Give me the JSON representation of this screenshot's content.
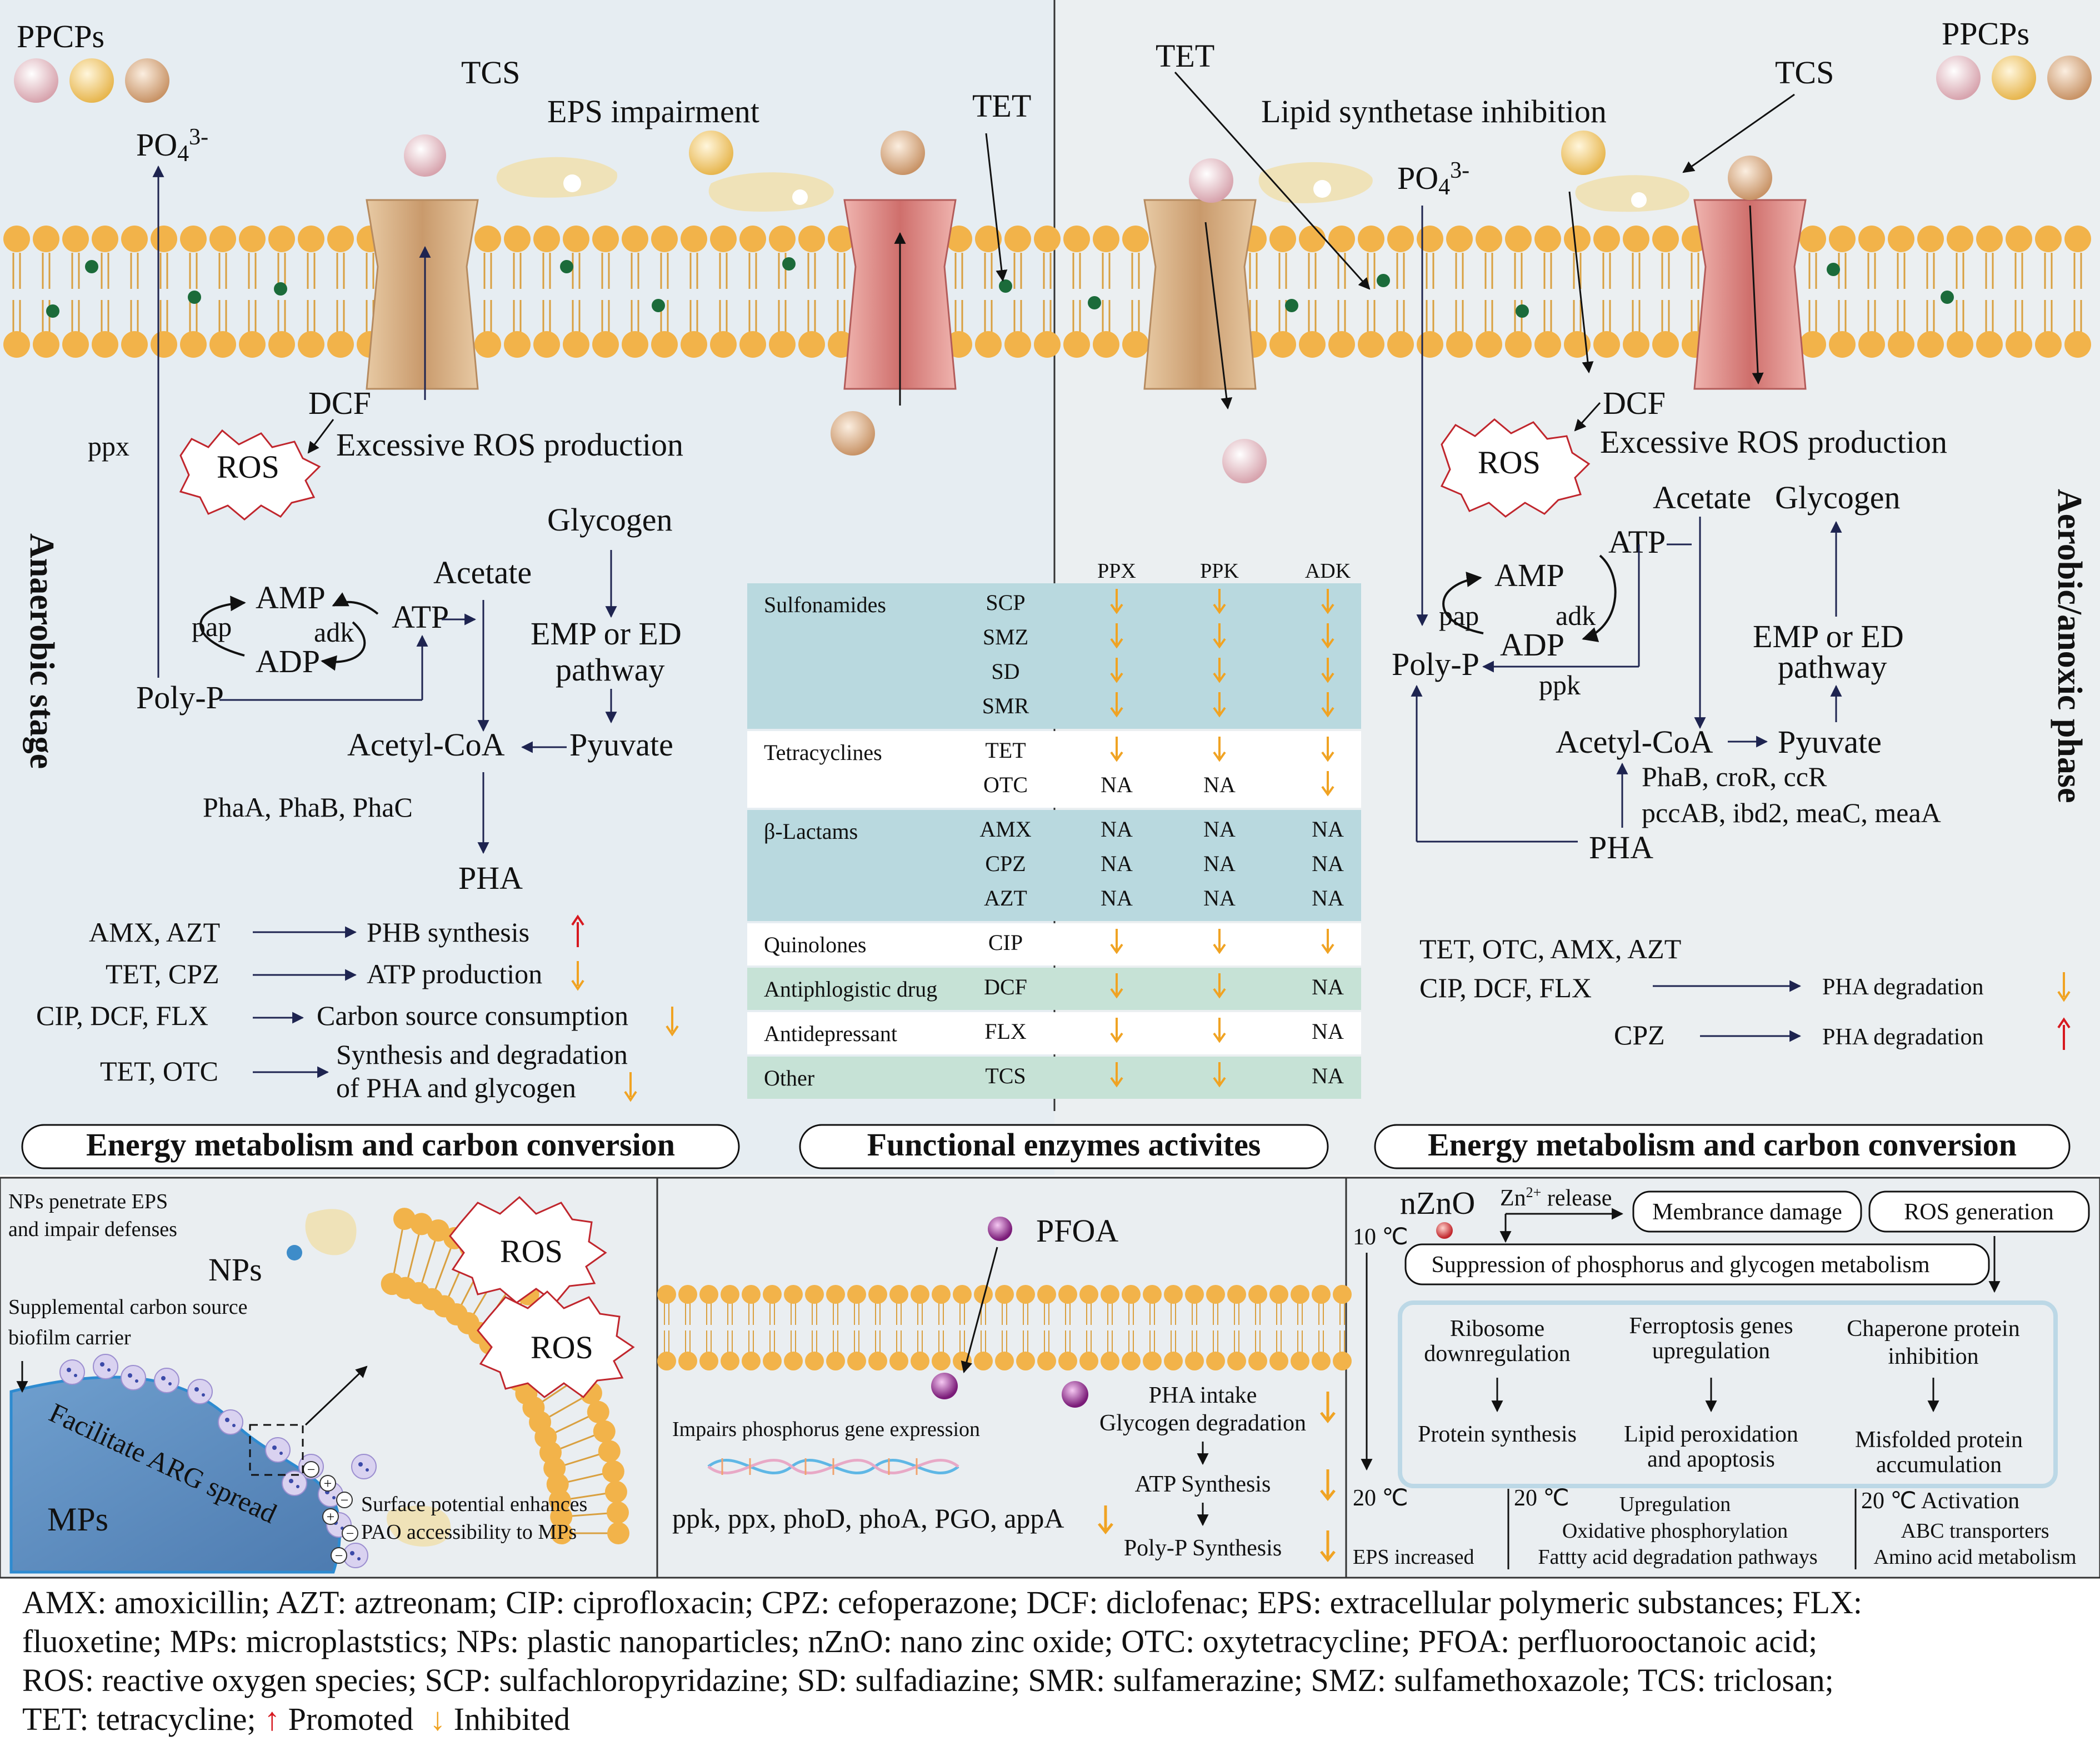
{
  "top_left": {
    "ppcps": "PPCPs",
    "po4": "PO",
    "po4_sub": "4",
    "po4_sup": "3-",
    "tcs": "TCS",
    "eps_impairment": "EPS impairment",
    "tet": "TET",
    "ppx": "ppx",
    "dcf": "DCF",
    "ros": "ROS",
    "excessive_ros": "Excessive ROS production",
    "glycogen": "Glycogen",
    "acetate": "Acetate",
    "amp": "AMP",
    "atp": "ATP",
    "adk": "adk",
    "pap": "pap",
    "adp": "ADP",
    "emp_line1": "EMP or ED",
    "emp_line2": "pathway",
    "polyp": "Poly-P",
    "acetylcoa": "Acetyl-CoA",
    "pyuvate": "Pyuvate",
    "pha_enzymes": "PhaA, PhaB, PhaC",
    "pha": "PHA",
    "stage_label": "Anaerobic stage",
    "effects": [
      {
        "drugs": "AMX, AZT",
        "target": "PHB synthesis",
        "arrow": "up"
      },
      {
        "drugs": "TET, CPZ",
        "target": "ATP production",
        "arrow": "down"
      },
      {
        "drugs": "CIP, DCF, FLX",
        "target": "Carbon source consumption",
        "arrow": "down"
      },
      {
        "drugs": "TET, OTC",
        "target_line1": "Synthesis and degradation",
        "target_line2": "of PHA and glycogen",
        "arrow": "down"
      }
    ],
    "footer": "Energy metabolism and carbon conversion"
  },
  "top_right": {
    "ppcps": "PPCPs",
    "tet": "TET",
    "lipid_inhibition": "Lipid synthetase inhibition",
    "tcs": "TCS",
    "po4": "PO",
    "po4_sub": "4",
    "po4_sup": "3-",
    "dcf": "DCF",
    "ros": "ROS",
    "excessive_ros": "Excessive ROS production",
    "acetate": "Acetate",
    "glycogen": "Glycogen",
    "atp": "ATP",
    "amp": "AMP",
    "pap": "pap",
    "adk": "adk",
    "adp": "ADP",
    "emp_line1": "EMP or ED",
    "emp_line2": "pathway",
    "polyp": "Poly-P",
    "ppk": "ppk",
    "acetylcoa": "Acetyl-CoA",
    "pyuvate": "Pyuvate",
    "enzymes_line1": "PhaB, croR, ccR",
    "enzymes_line2": "pccAB, ibd2, meaC, meaA",
    "pha": "PHA",
    "phase_label": "Aerobic/anoxic phase",
    "effects": [
      {
        "drugs_line1": "TET, OTC, AMX, AZT",
        "drugs_line2": "CIP, DCF, FLX",
        "target": "PHA degradation",
        "arrow": "down"
      },
      {
        "drugs": "CPZ",
        "target": "PHA degradation",
        "arrow": "up"
      }
    ],
    "footer": "Energy metabolism and carbon conversion"
  },
  "enzyme_table": {
    "columns": [
      "PPX",
      "PPK",
      "ADK"
    ],
    "groups": [
      {
        "name": "Sulfonamides",
        "rows": [
          {
            "drug": "SCP",
            "values": [
              "down",
              "down",
              "down"
            ]
          },
          {
            "drug": "SMZ",
            "values": [
              "down",
              "down",
              "down"
            ]
          },
          {
            "drug": "SD",
            "values": [
              "down",
              "down",
              "down"
            ]
          },
          {
            "drug": "SMR",
            "values": [
              "down",
              "down",
              "down"
            ]
          }
        ]
      },
      {
        "name": "Tetracyclines",
        "rows": [
          {
            "drug": "TET",
            "values": [
              "down",
              "down",
              "down"
            ]
          },
          {
            "drug": "OTC",
            "values": [
              "NA",
              "NA",
              "down"
            ]
          }
        ]
      },
      {
        "name": "β-Lactams",
        "rows": [
          {
            "drug": "AMX",
            "values": [
              "NA",
              "NA",
              "NA"
            ]
          },
          {
            "drug": "CPZ",
            "values": [
              "NA",
              "NA",
              "NA"
            ]
          },
          {
            "drug": "AZT",
            "values": [
              "NA",
              "NA",
              "NA"
            ]
          }
        ]
      },
      {
        "name": "Quinolones",
        "rows": [
          {
            "drug": "CIP",
            "values": [
              "down",
              "down",
              "down"
            ]
          }
        ]
      },
      {
        "name": "Antiphlogistic drug",
        "rows": [
          {
            "drug": "DCF",
            "values": [
              "down",
              "down",
              "NA"
            ]
          }
        ]
      },
      {
        "name": "Antidepressant",
        "rows": [
          {
            "drug": "FLX",
            "values": [
              "down",
              "down",
              "NA"
            ]
          }
        ]
      },
      {
        "name": "Other",
        "rows": [
          {
            "drug": "TCS",
            "values": [
              "down",
              "down",
              "NA"
            ]
          }
        ]
      }
    ],
    "footer": "Functional enzymes activites"
  },
  "bottom_left": {
    "eps_note_line1": "NPs penetrate EPS",
    "eps_note_line2": "and impair defenses",
    "nps": "NPs",
    "ros1": "ROS",
    "ros2": "ROS",
    "carbon_note_line1": "Supplemental carbon source",
    "carbon_note_line2": "biofilm carrier",
    "arg": "Facilitate ARG spread",
    "mps": "MPs",
    "surface_line1": "Surface potential enhances",
    "surface_line2": "PAO accessibility to MPs"
  },
  "bottom_mid": {
    "pfoa": "PFOA",
    "impairs": "Impairs phosphorus gene expression",
    "genes": "ppk, ppx, phoD, phoA, PGO, appA",
    "pha_intake": "PHA intake",
    "glycogen_deg": "Glycogen degradation",
    "atp_syn": "ATP Synthesis",
    "polyp_syn": "Poly-P Synthesis"
  },
  "bottom_right": {
    "nzno": "nZnO",
    "zn_release": "Zn",
    "zn_sup": "2+",
    "zn_tail": " release",
    "membrane": "Membrance damage",
    "ros_gen": "ROS generation",
    "suppression": "Suppression of phosphorus and glycogen metabolism",
    "temp10": "10 ℃",
    "temp20": "20 ℃",
    "ribosome_line1": "Ribosome",
    "ribosome_line2": "downregulation",
    "protein_syn": "Protein synthesis",
    "ferro_line1": "Ferroptosis genes",
    "ferro_line2": "upregulation",
    "lipid_line1": "Lipid peroxidation",
    "lipid_line2": "and apoptosis",
    "chap_line1": "Chaperone protein",
    "chap_line2": "inhibition",
    "misfold_line1": "Misfolded protein",
    "misfold_line2": "accumulation",
    "eps_inc": "EPS increased",
    "col2_temp": "20 ℃",
    "col2_l1": "Upregulation",
    "col2_l2": "Oxidative phosphorylation",
    "col2_l3": "Fattty acid degradation pathways",
    "col3_temp": "20 ℃ Activation",
    "col3_l1": "ABC transporters",
    "col3_l2": "Amino acid metabolism"
  },
  "legend": {
    "line1": "AMX: amoxicillin; AZT: aztreonam; CIP: ciprofloxacin; CPZ: cefoperazone; DCF: diclofenac; EPS: extracellular polymeric substances; FLX:",
    "line2": "fluoxetine; MPs: microplaststics; NPs: plastic nanoparticles; nZnO: nano zinc oxide; OTC: oxytetracycline; PFOA: perfluorooctanoic acid;",
    "line3": "ROS: reactive oxygen species; SCP: sulfachloropyridazine; SD: sulfadiazine; SMR: sulfamerazine; SMZ: sulfamethoxazole; TCS: triclosan;",
    "line4_a": "TET: tetracycline;",
    "promoted": "Promoted",
    "inhibited": "Inhibited"
  },
  "colors": {
    "panel_bg": "#e8eef2",
    "lipid_head": "#f2b34a",
    "lipid_tail": "#d9a040",
    "arrow_navy": "#1e2450",
    "down_arrow": "#f0a323",
    "up_arrow": "#d71920",
    "ros_red": "#c0262d",
    "table_teal": "#b9d9df",
    "table_green": "#c6e2d6"
  }
}
